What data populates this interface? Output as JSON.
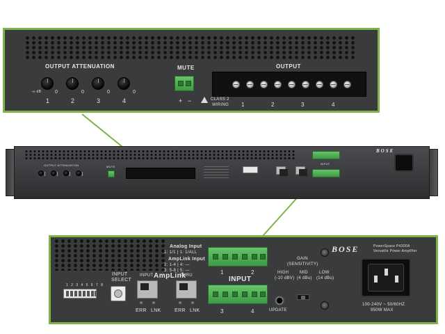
{
  "top": {
    "output_attenuation": "OUTPUT ATTENUATION",
    "mute": "MUTE",
    "output": "OUTPUT",
    "channels": [
      "1",
      "2",
      "3",
      "4"
    ],
    "knob_min": "-∞ dB",
    "knob_max": "0",
    "plus": "+",
    "minus": "−",
    "class2": "CLASS 2",
    "wiring": "WIRING"
  },
  "bottom": {
    "analog_input": "Analog Input",
    "analog_map": [
      "1:  1/1  |  1: 1/ALL"
    ],
    "amplink_input": "AmpLink Input",
    "amplink_map": [
      "2:  1-4  |  4:  —",
      "3:  5-8  |  5:  —"
    ],
    "input_select": "INPUT",
    "select": "SELECT",
    "input": "INPUT",
    "amplink": "AmpLink",
    "thru": "THRU",
    "err": "ERR",
    "lnk": "LNK",
    "input_main": "INPUT",
    "ports": [
      "1",
      "2",
      "3",
      "4"
    ],
    "update": "UPDATE",
    "gain": "GAIN",
    "sensitivity": "(SENSITIVITY)",
    "high": "HIGH",
    "high_db": "(-10 dBV)",
    "mid": "MID",
    "mid_db": "(4 dBu)",
    "low": "LOW",
    "low_db": "(14 dBu)",
    "brand": "BOSE",
    "model_1": "PowerSpace P4300A",
    "model_2": "Versatile Power Amplifier",
    "power_1": "100-240V ~ 50/60HZ",
    "power_2": "950W MAX",
    "dip_numbers": "1 2 3 4 5 6 7 8"
  },
  "rack": {
    "label_attn": "OUTPUT ATTENUATION",
    "label_mute": "MUTE",
    "label_input": "INPUT",
    "brand": "BOSE"
  },
  "colors": {
    "callout_border": "#7fb34a",
    "terminal_green": "#4cae52",
    "panel": "#3a3b3d"
  }
}
